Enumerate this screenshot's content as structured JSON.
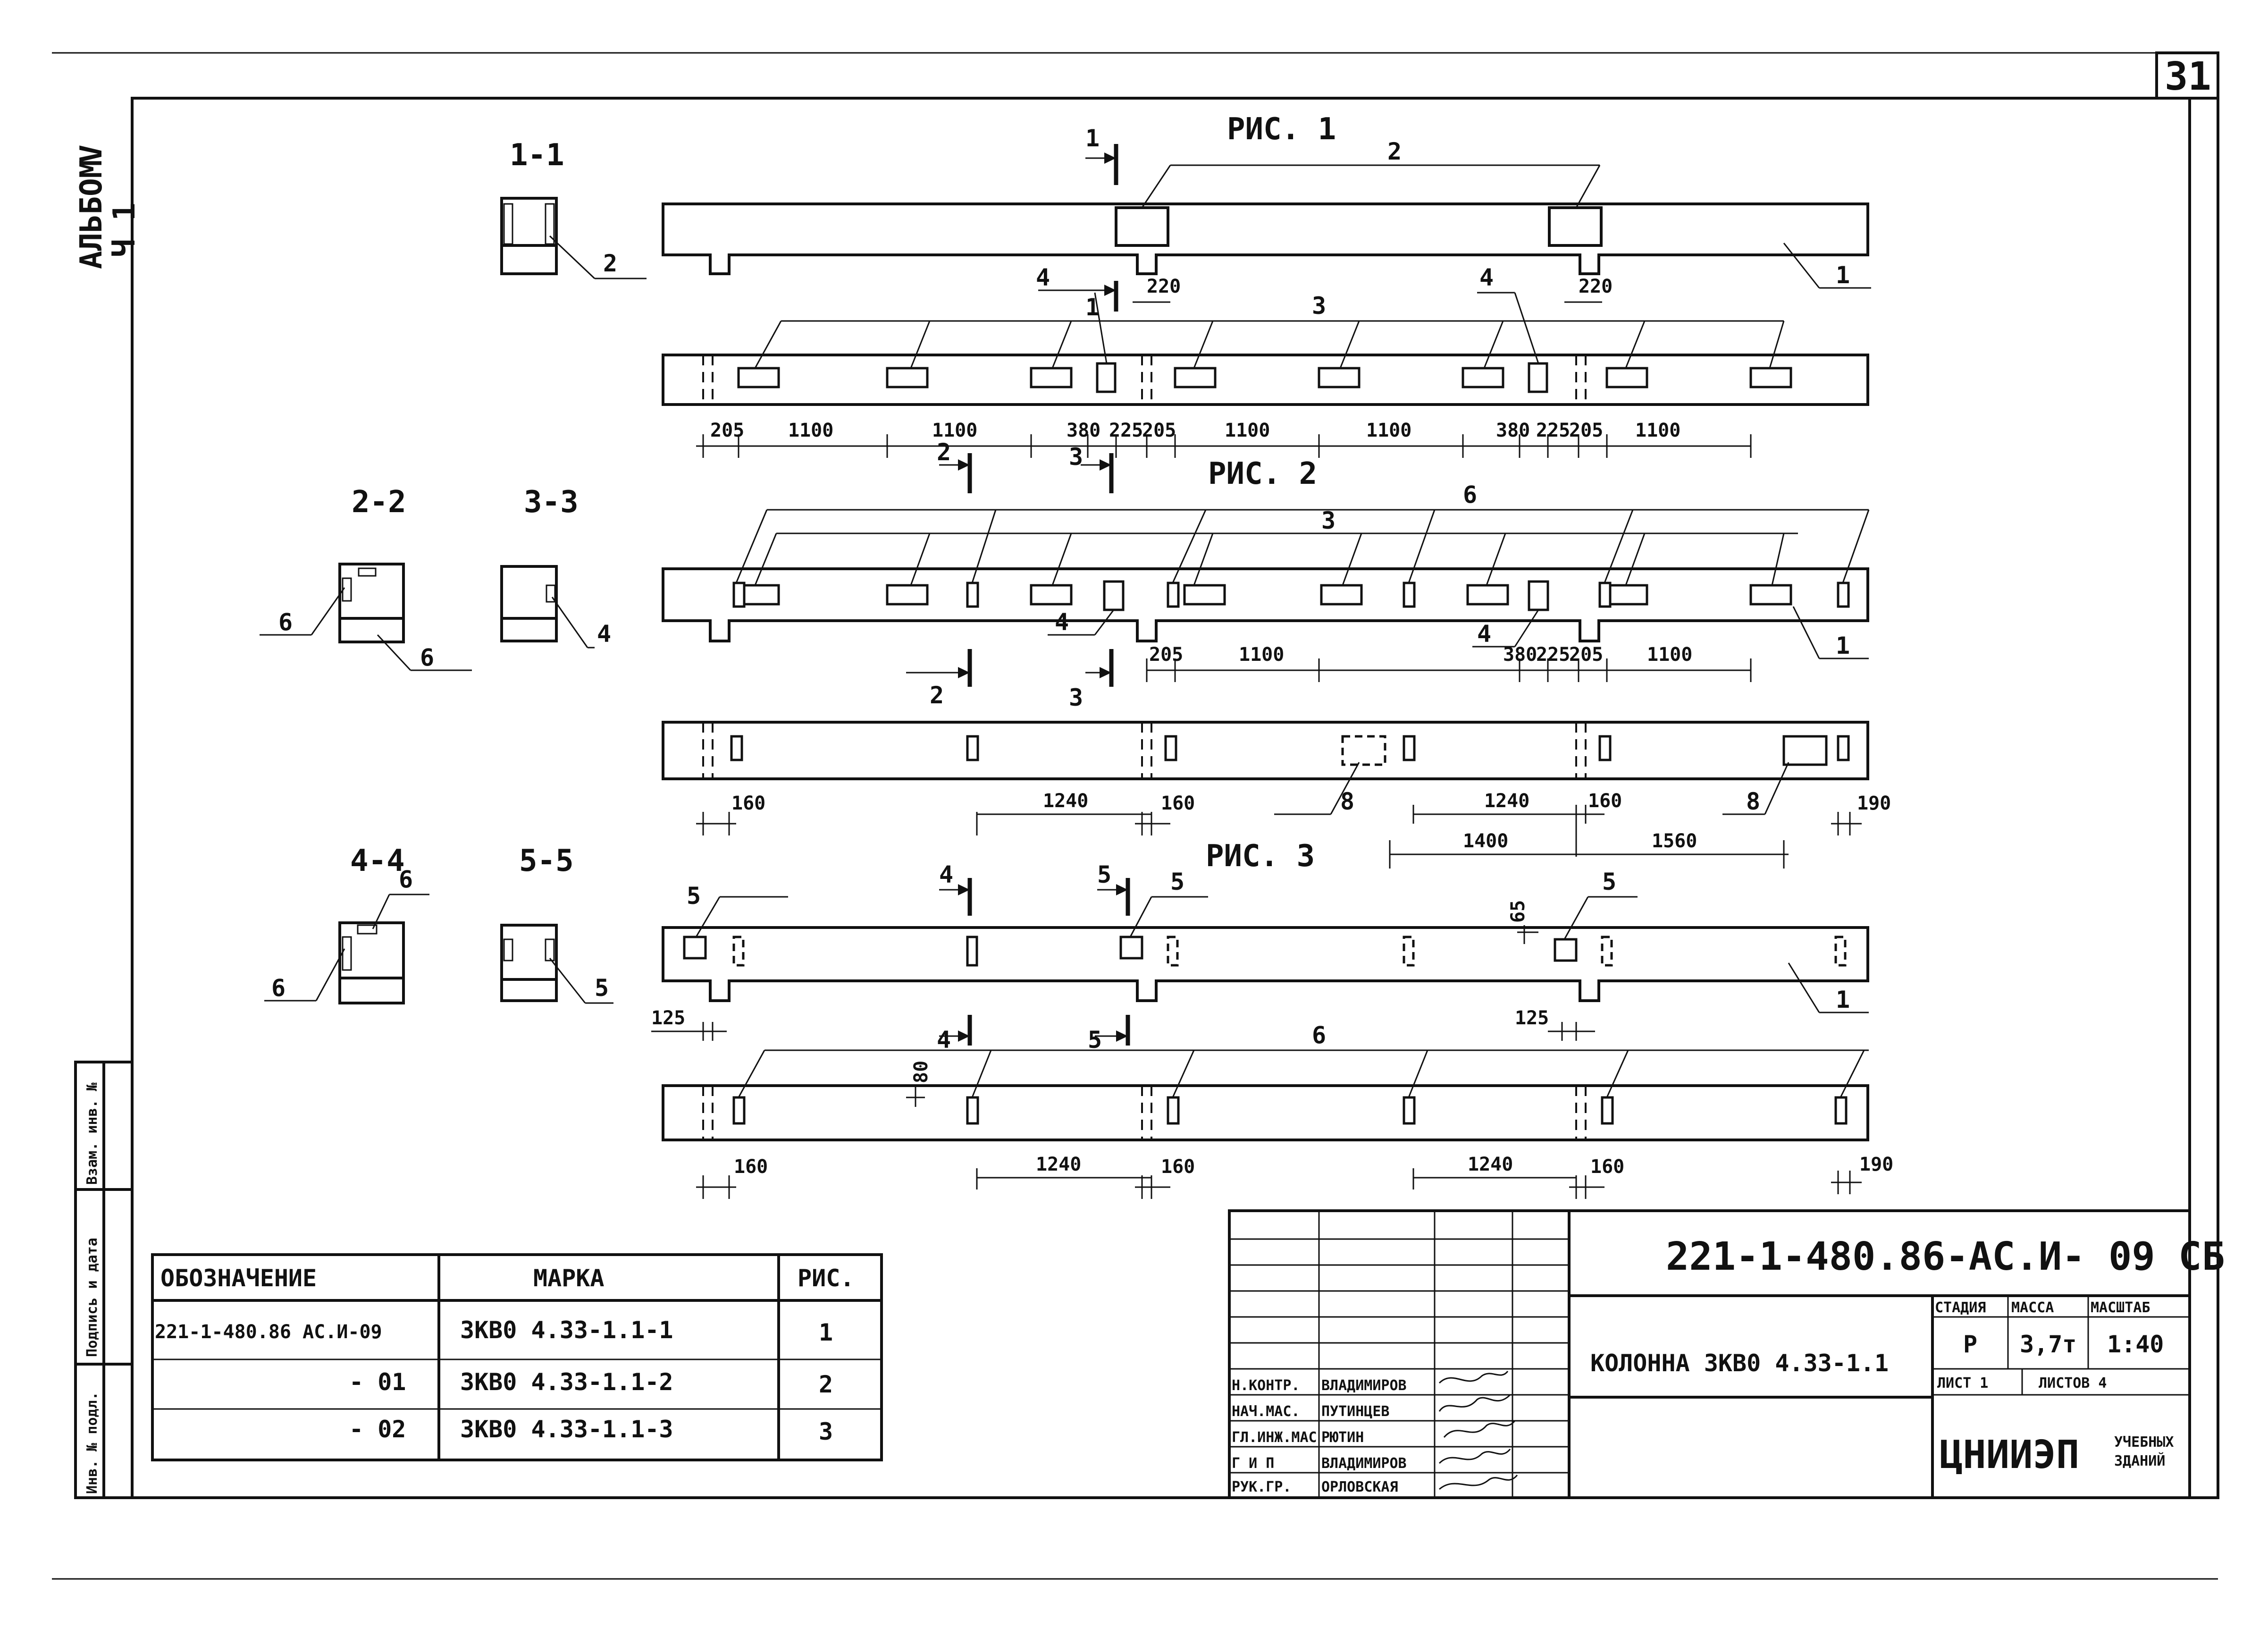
{
  "sheet": {
    "number": "31",
    "album_line1": "АЛЬБОМ",
    "album_roman": "V",
    "album_line2": "Ч 1"
  },
  "figures": {
    "fig1": "РИС. 1",
    "fig2": "РИС. 2",
    "fig3": "РИС. 3"
  },
  "sections": {
    "s11": "1-1",
    "s22": "2-2",
    "s33": "3-3",
    "s44": "4-4",
    "s55": "5-5"
  },
  "marks": {
    "m1": "1",
    "m2": "2",
    "m3": "3",
    "m4": "4",
    "m5": "5",
    "m6": "6",
    "m8": "8"
  },
  "dimensions": {
    "d220": "220",
    "d205": "205",
    "d1100": "1100",
    "d380": "380",
    "d225": "225",
    "d1240": "1240",
    "d160": "160",
    "d190": "190",
    "d1400": "1400",
    "d1560": "1560",
    "d125": "125",
    "d80": "80",
    "d65": "65"
  },
  "stamp_side": {
    "inv_podl": "Инв. № подл.",
    "podpis_data": "Подпись и дата",
    "vzam_inv": "Взам. инв. №"
  },
  "spec_table": {
    "headers": [
      "ОБОЗНАЧЕНИЕ",
      "МАРКА",
      "РИС."
    ],
    "rows": [
      [
        "221-1-480.86 АС.И-09",
        "3КВ0   4.33-1.1-1",
        "1"
      ],
      [
        "- 01",
        "3КВ0   4.33-1.1-2",
        "2"
      ],
      [
        "- 02",
        "3КВ0   4.33-1.1-3",
        "3"
      ]
    ]
  },
  "title_block": {
    "code": "221-1-480.86-АС.И- 09 СБ",
    "title": "КОЛОННА  3КВ0 4.33-1.1",
    "stage_label": "СТАДИЯ",
    "mass_label": "МАССА",
    "scale_label": "МАСШТАБ",
    "stage": "Р",
    "mass": "3,7т",
    "scale": "1:40",
    "sheet_label": "ЛИСТ 1",
    "sheets_label": "ЛИСТОВ 4",
    "org_main": "ЦНИИЭП",
    "org_sub1": "УЧЕБНЫХ",
    "org_sub2": "ЗДАНИЙ",
    "signatures": [
      {
        "role": "Н.КОНТР.",
        "name": "ВЛАДИМИРОВ"
      },
      {
        "role": "НАЧ.МАС.",
        "name": "ПУТИНЦЕВ"
      },
      {
        "role": "ГЛ.ИНЖ.МАС",
        "name": "РЮТИН"
      },
      {
        "role": "Г И П",
        "name": "ВЛАДИМИРОВ"
      },
      {
        "role": "РУК.ГР.",
        "name": "ОРЛОВСКАЯ"
      }
    ]
  }
}
